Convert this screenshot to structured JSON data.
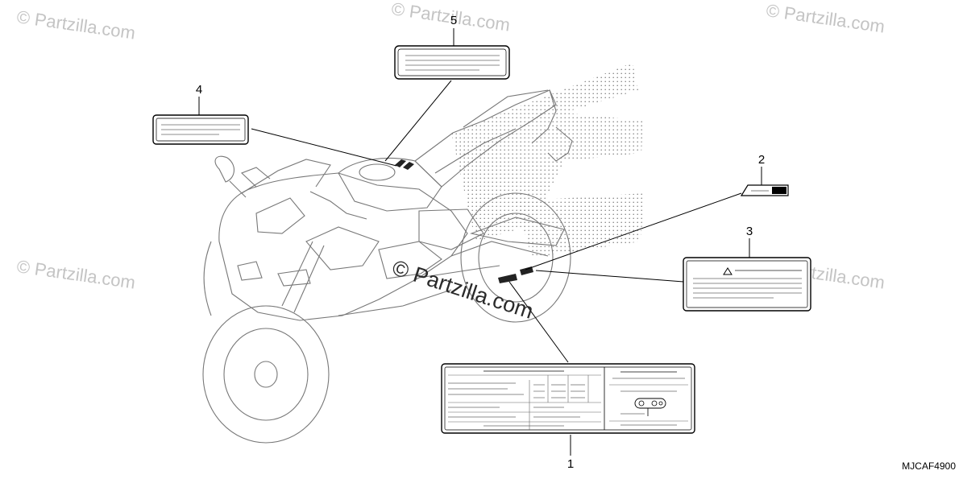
{
  "watermarks": {
    "top_left": "© Partzilla.com",
    "top_mid": "© Partzilla.com",
    "top_right": "© Partzilla.com",
    "mid_left": "© Partzilla.com",
    "mid_right": "© Partzilla.com",
    "center": "© Partzilla.com"
  },
  "callouts": {
    "c1": "1",
    "c2": "2",
    "c3": "3",
    "c4": "4",
    "c5": "5"
  },
  "diagram_code": "MJCAF4900"
}
